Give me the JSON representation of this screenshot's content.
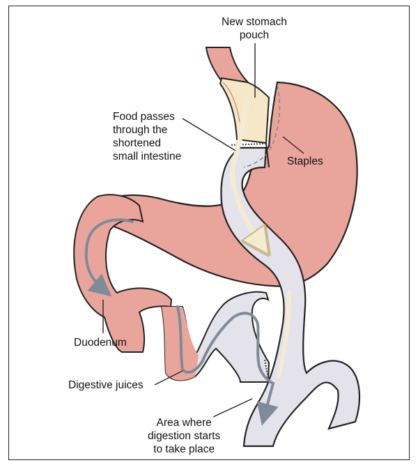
{
  "diagram": {
    "labels": {
      "new_stomach_pouch": "New stomach\npouch",
      "food_passes": "Food passes\nthrough the\nshortened\nsmall intestine",
      "staples": "Staples",
      "duodenum": "Duodenum",
      "digestive_juices": "Digestive juices",
      "area_digestion": "Area where\ndigestion starts\nto take place"
    },
    "colors": {
      "stomach": "#e9a59c",
      "stomach_shadow": "#c97e75",
      "intestine": "#e4e2eb",
      "intestine_shadow": "#c9c6d3",
      "pouch_food": "#f6e7c8",
      "juice_arrow": "#7f8b99",
      "food_arrow": "#f3ecd3",
      "outline": "#222222"
    }
  }
}
